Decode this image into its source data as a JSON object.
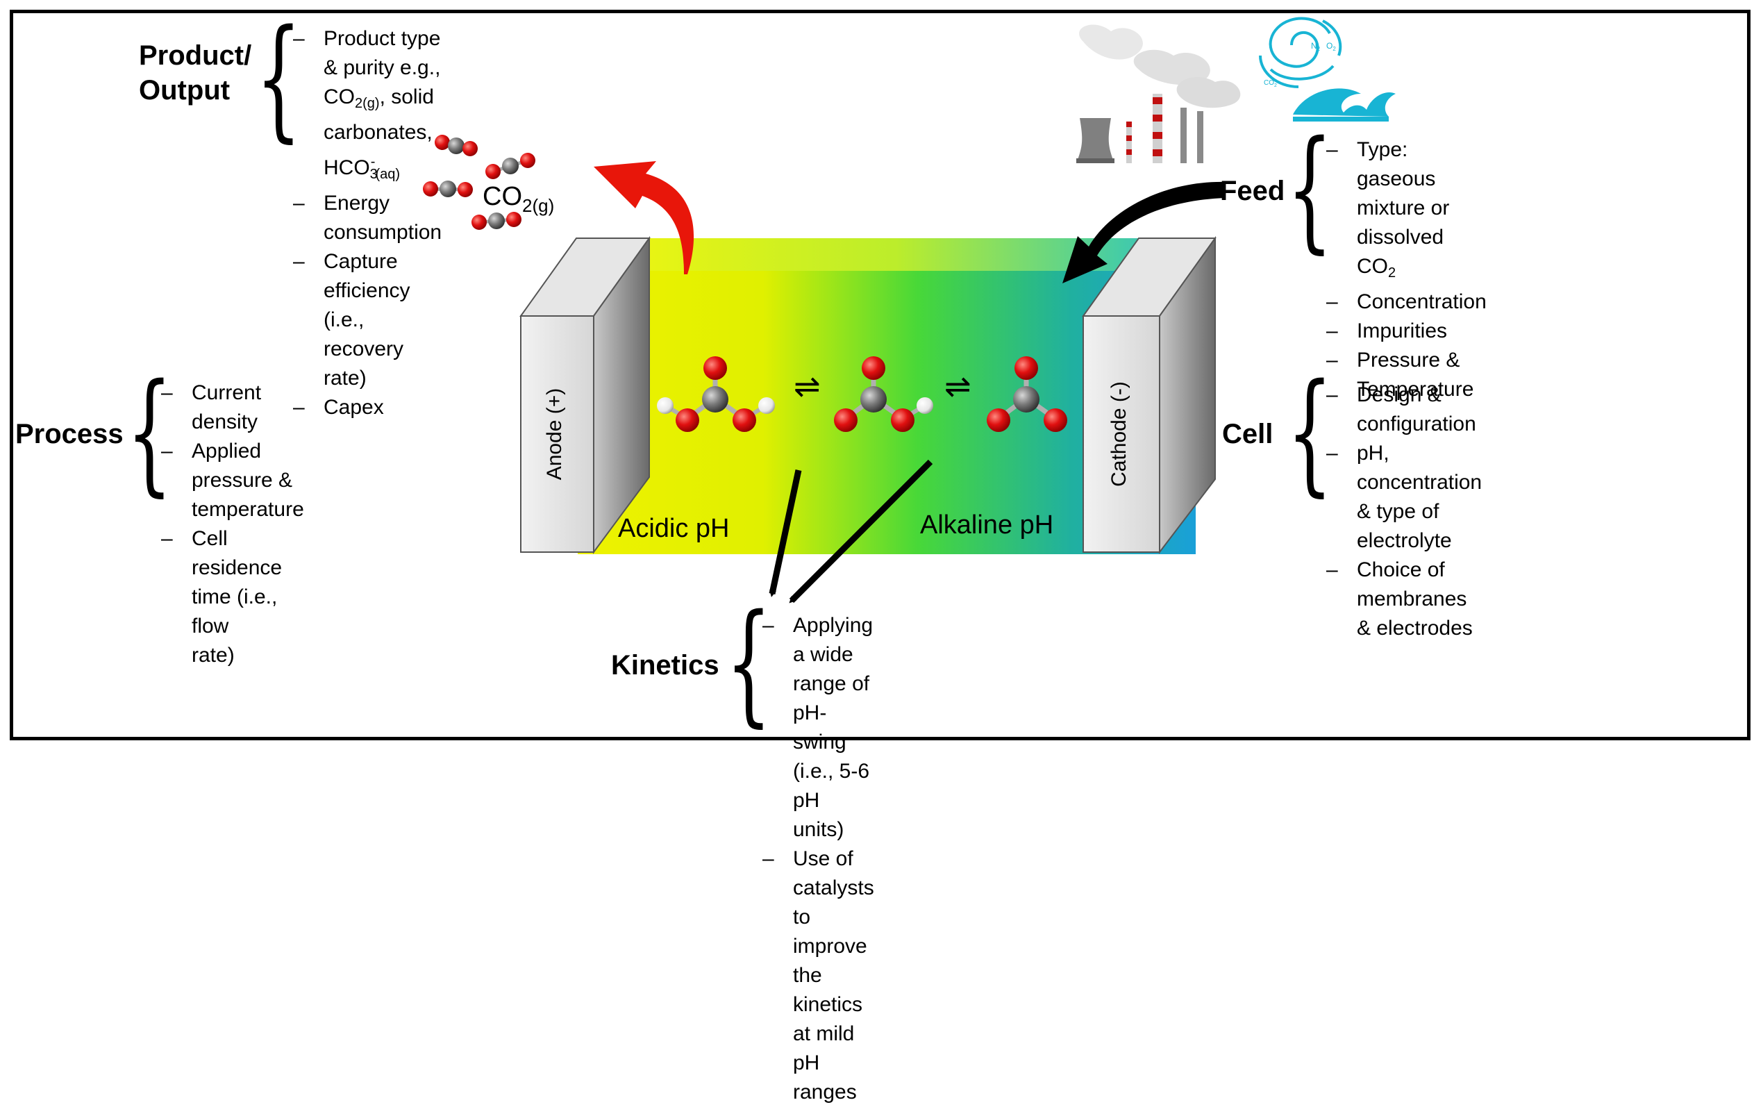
{
  "product": {
    "heading_line1": "Product/",
    "heading_line2": "Output",
    "items": [
      {
        "pre": "Product type & purity e.g., CO",
        "sub1": "2(g)",
        "mid": ", solid carbonates, HCO",
        "sup": "3",
        "sup2": "-",
        "sub2": "(aq)"
      },
      {
        "text": "Energy consumption"
      },
      {
        "text": "Capture efficiency (i.e., recovery rate)"
      },
      {
        "text": "Capex"
      }
    ]
  },
  "feed": {
    "heading": "Feed",
    "items": [
      {
        "pre": "Type: gaseous mixture or dissolved CO",
        "sub": "2"
      },
      {
        "text": "Concentration"
      },
      {
        "text": "Impurities"
      },
      {
        "text": "Pressure & Temperature"
      }
    ]
  },
  "process": {
    "heading": "Process",
    "items": [
      "Current density",
      "Applied pressure & temperature",
      "Cell residence time (i.e., flow",
      "rate)"
    ]
  },
  "cell": {
    "heading": "Cell",
    "items": [
      "Design & configuration",
      "pH, concentration & type of",
      "electrolyte",
      "Choice of membranes & electrodes"
    ]
  },
  "kinetics": {
    "heading": "Kinetics",
    "items": [
      "Applying a wide range of pH-swing",
      "(i.e., 5-6 pH units)",
      "Use of catalysts to improve the",
      "kinetics at mild pH ranges"
    ]
  },
  "co2_label": {
    "main": "CO",
    "sub": "2(g)"
  },
  "molecule_labels": {
    "n2": "N",
    "n2_sub": "2",
    "o2": "O",
    "o2_sub": "2",
    "co2": "CO",
    "co2_sub": "2"
  },
  "electrodes": {
    "anode": "Anode (+)",
    "cathode": "Cathode (-)"
  },
  "zones": {
    "acidic": "Acidic pH",
    "alkaline": "Alkaline pH"
  },
  "equilibrium_symbol": "⇌",
  "colors": {
    "acid": "#e8f000",
    "neutral": "#3cd040",
    "base": "#1aa0d8",
    "arrow_red": "#e8160a",
    "oxygen": "#e01010",
    "carbon": "#7a7a7a",
    "hydrogen": "#f2f2f2",
    "water": "#18b4d4"
  }
}
